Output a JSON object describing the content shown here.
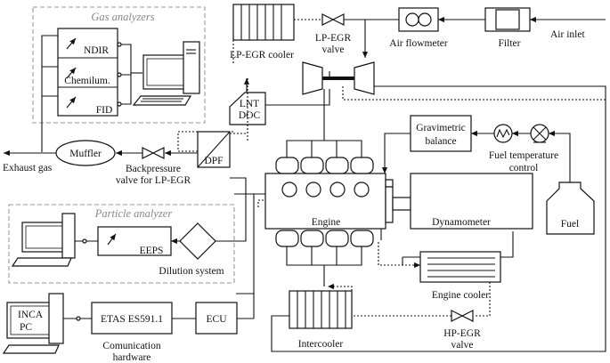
{
  "gas_analyzers": {
    "title": "Gas analyzers",
    "items": [
      "NDIR",
      "Chemilum.",
      "FID"
    ]
  },
  "particle_analyzer": {
    "title": "Particle analyzer",
    "eeps": "EEPS",
    "dilution": "Dilution system"
  },
  "components": {
    "lp_egr_cooler": "LP-EGR cooler",
    "lp_egr_valve_1": "LP-EGR",
    "lp_egr_valve_2": "valve",
    "air_flowmeter": "Air flowmeter",
    "filter": "Filter",
    "air_inlet": "Air inlet",
    "lnt": "LNT",
    "doc": "DOC",
    "dpf": "DPF",
    "muffler": "Muffler",
    "exhaust_gas": "Exhaust gas",
    "backpressure_1": "Backpressure",
    "backpressure_2": "valve for LP-EGR",
    "gravimetric_1": "Gravimetric",
    "gravimetric_2": "balance",
    "fuel_temp_1": "Fuel temperature",
    "fuel_temp_2": "control",
    "fuel": "Fuel",
    "engine": "Engine",
    "dynamometer": "Dynamometer",
    "engine_cooler": "Engine cooler",
    "hp_egr_1": "HP-EGR",
    "hp_egr_2": "valve",
    "intercooler": "Intercooler",
    "ecu": "ECU",
    "etas": "ETAS ES591.1",
    "comm_1": "Comunication",
    "comm_2": "hardware",
    "inca_1": "INCA",
    "inca_2": "PC"
  }
}
